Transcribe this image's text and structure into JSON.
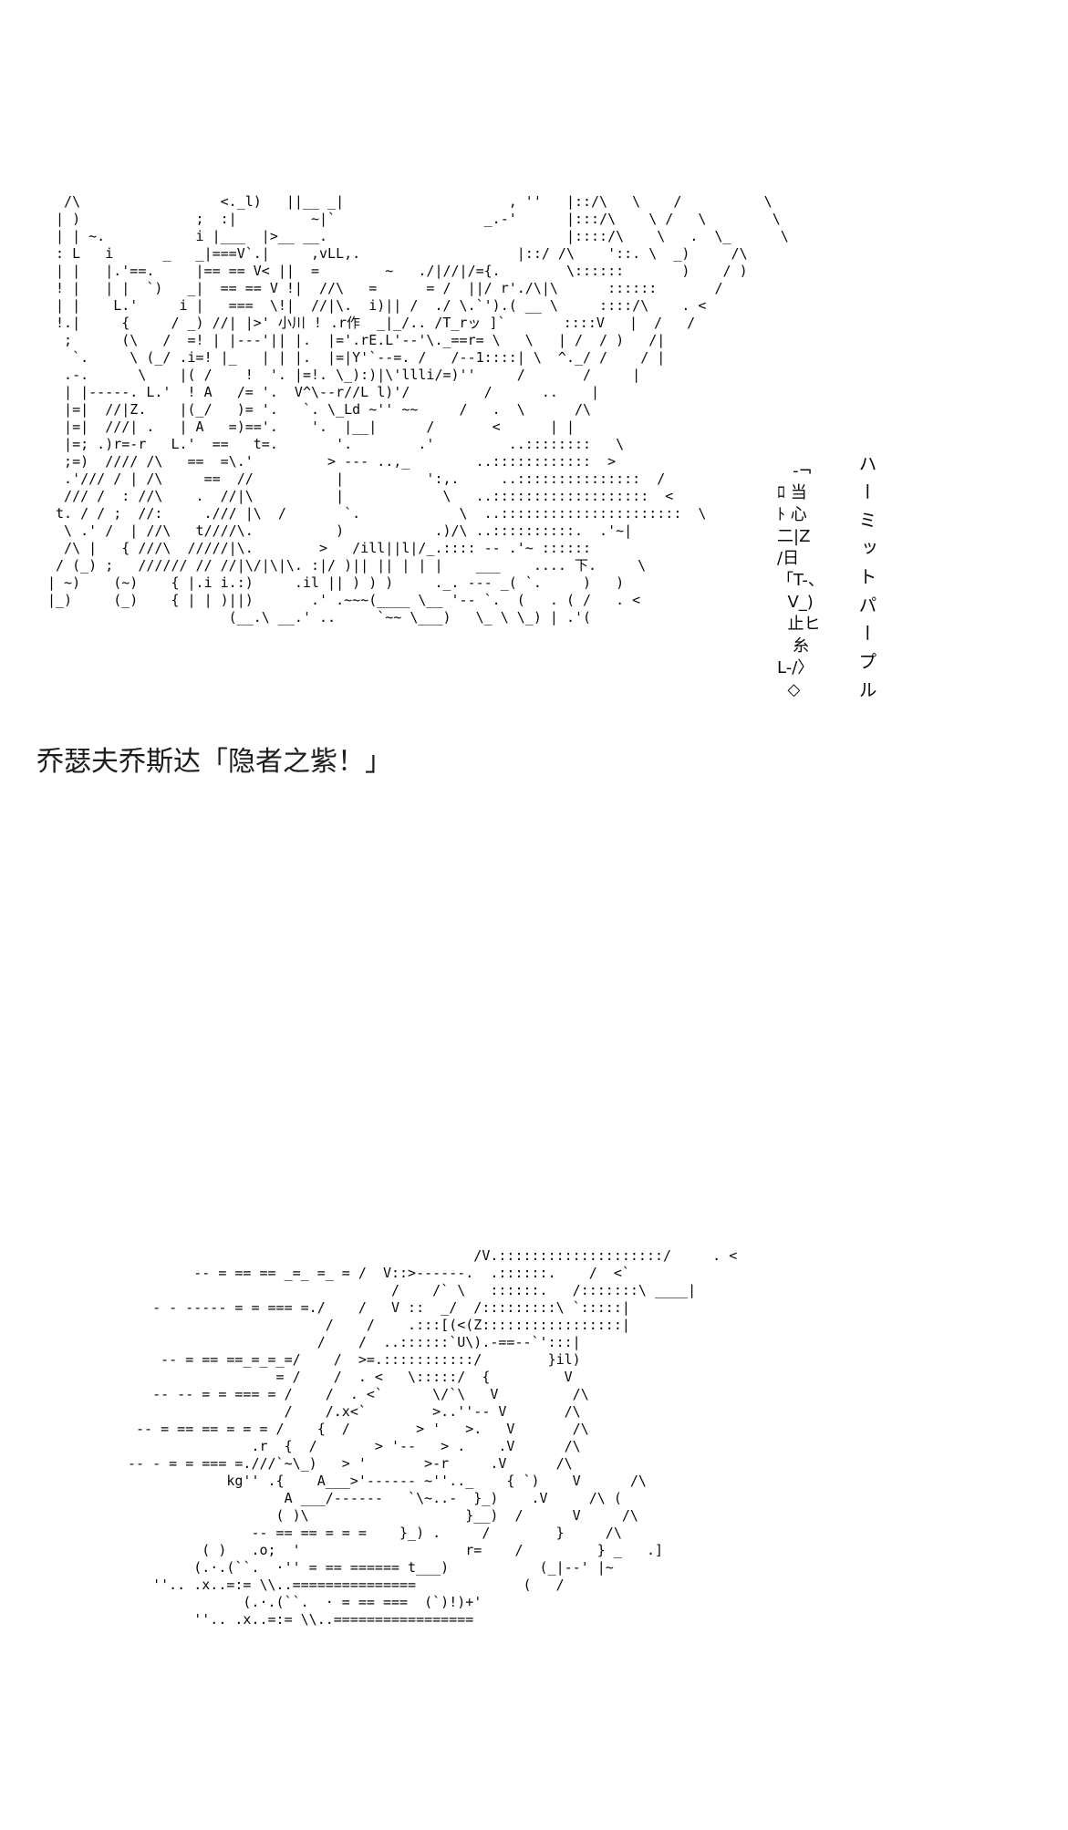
{
  "page": {
    "background_color": "#ffffff",
    "ink_color": "#0a0a0a"
  },
  "caption": {
    "text": "乔瑟夫乔斯达「隐者之紫！」"
  },
  "art_top": {
    "description": "ascii-art of Joseph Joestar summoning his Stand",
    "stand_name_vertical": "ハーミットパープル",
    "side_column_lines": [
      "   -¬",
      "ﾛ 当",
      "ﾄ 心",
      "二|Z",
      "/日",
      "「T-、",
      "  V_)",
      "  止ヒ",
      "   糸",
      "L-/〉",
      "  ◇"
    ],
    "lines": [
      "  /\\                 <._l)   ||__ _|                    , ''   |::/\\   \\    /          \\",
      " | )              ;  :|         ~|`                  _.-'      |:::/\\    \\ /   \\        \\",
      " | | ~.           i |___  |>__ __.                             |::::/\\    \\   .  \\_      \\",
      " : L   i      _   _|===V`.|     ,vLL,.                   |::/ /\\    '::. \\  _)     /\\",
      " | |   |.'==.     |== == V< ||  =        ~   ./|//|/={.        \\::::::       )    / )",
      " ! |   | |  `)   _|  == == V !|  //\\   =      = /  ||/ r'./\\|\\      ::::::       /",
      " | |    L.'     i |   ===  \\!|  //|\\.  i)|| /  ./ \\.`').( __ \\     ::::/\\    . <",
      " !.|     {     / _) //| |>' 小川 ! .r作  _|_/.. /T_rッ ]`       ::::V   |  /   /",
      "  ;      (\\   /  =! | |---'|| |.  |='.rE.L'--'\\._==r= \\   \\   | /  / )   /|",
      "   `.     \\ (_/ .i=! |_   | | |.  |=|Y'`--=. /   /--1::::| \\  ^._/ /    / |",
      "  .-.      \\    |( /    !  '. |=!. \\_):)|\\'llli/=)''     /       /     |",
      "  | |-----. L.'  ! A   /= '.  V^\\--r//L l)'/         /      ..    |",
      "  |=|  //|Z.    |(_/   )= '.   `. \\_Ld ~'' ~~     /   .  \\      /\\",
      "  |=|  ///| .   | A   =)=='.    '.  |__|      /       <      | |",
      "  |=; .)r=-r   L.'  ==   t=.       '.        .'         ..::::::::   \\",
      "  ;=)  //// /\\   ==  =\\.'         > --- ..,_        ..::::::::::::  >",
      "  .'/// / | /\\     ==  //          |          ':,.     ..:::::::::::::::  /",
      "  /// /  : //\\    .  //|\\          |            \\   ..:::::::::::::::::::  <",
      " t. / / ;  //:     ./// |\\  /       `.            \\  ..::::::::::::::::::::::  \\",
      "  \\ .' /  | //\\   t////\\.          )           .)/\\ ..::::::::::.  .'~|",
      "  /\\ |   { ///\\  /////|\\.        >   /ill||l|/_.:::: -- .'~ ::::::",
      " / (_) ;   ////// // //|\\/|\\|\\. :|/ )|| || | | |    ___    .... 下.     \\",
      "| ~)    (~)    { |.i i.:)     .il || ) ) )     ._. --- _( `.     )   )",
      "|_)     (_)    { | | )||)       .' .~~~(____ \\__ '-- `.  (   . ( /   . <",
      "                      (__.\\ __.' ..     `~~ \\___)   \\_ \\ \\_) | .'("
    ]
  },
  "art_bottom": {
    "description": "ascii-art of Hermit Purple vines lashing forward with speed lines",
    "lines": [
      "                                          /V.::::::::::::::::::::/     . <",
      "        -- = == == _=_ =_ = /  V::>------.  .::::::.    /  <`",
      "                                /    /` \\   ::::::.   /:::::::\\ ____|",
      "   - - ----- = = === =./    /   V ::  _/  /:::::::::\\ `:::::|",
      "                        /    /    .:::[(<(Z:::::::::::::::::|",
      "                       /    /  ..::::::`U\\).-==--`':::|",
      "    -- = == ==_=_=_=/    /  >=.:::::::::::/        }il)",
      "                  = /    /  . <   \\:::::/  {         V",
      "   -- -- = = === = /    /  . <`      \\/`\\   V         /\\",
      "                   /    /.x<`        >..''-- V       /\\",
      " -- = == == = = = /    {  /        > '   >.   V       /\\",
      "               .r  {  /       > '--   > .    .V      /\\",
      "-- - = = === =.///`~\\_)   > '       >-r     .V      /\\",
      "            kg'' .{    A___>'------ ~''.._    { `)    V      /\\",
      "                   A ___/------   `\\~..-  }_)    .V     /\\ (",
      "                  ( )\\                   }__)  /      V     /\\",
      "               -- == == = = =    }_) .     /        }     /\\",
      "         ( )   .o;  '                    r=    /         } _   .]",
      "        (.·.(``.  ·'' = == ====== t___)           (_|--' |~",
      "   ''.. .x..=:= \\\\..===============             (   /",
      "              (.·.(``.  · = == ===  (`)!)+'",
      "        ''.. .x..=:= \\\\..================="
    ]
  }
}
